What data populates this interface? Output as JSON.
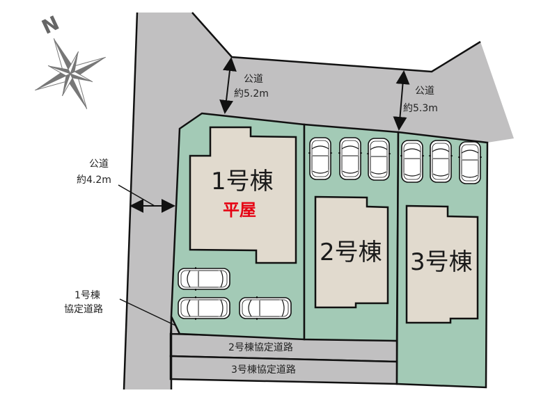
{
  "compass": {
    "label": "N",
    "icon": "compass-rose-icon"
  },
  "colors": {
    "road": "#c1c0c1",
    "lot": "#a3cab6",
    "building": "#e1dace",
    "outline": "#111111",
    "accent_red": "#e60012",
    "car": "#ffffff"
  },
  "roads": {
    "north_road": {
      "label": "公道",
      "width": "約5.2m"
    },
    "northeast_road": {
      "label": "公道",
      "width": "約5.3m"
    },
    "west_road": {
      "label": "公道",
      "width": "約4.2m"
    }
  },
  "private_roads": {
    "lot1": {
      "line1": "1号棟",
      "line2": "協定道路"
    },
    "lot2": {
      "label": "2号棟協定道路"
    },
    "lot3": {
      "label": "3号棟協定道路"
    }
  },
  "buildings": [
    {
      "label": "1号棟",
      "subtitle": "平屋",
      "parking_spaces": 3
    },
    {
      "label": "2号棟",
      "parking_spaces": 3
    },
    {
      "label": "3号棟",
      "parking_spaces": 3
    }
  ]
}
